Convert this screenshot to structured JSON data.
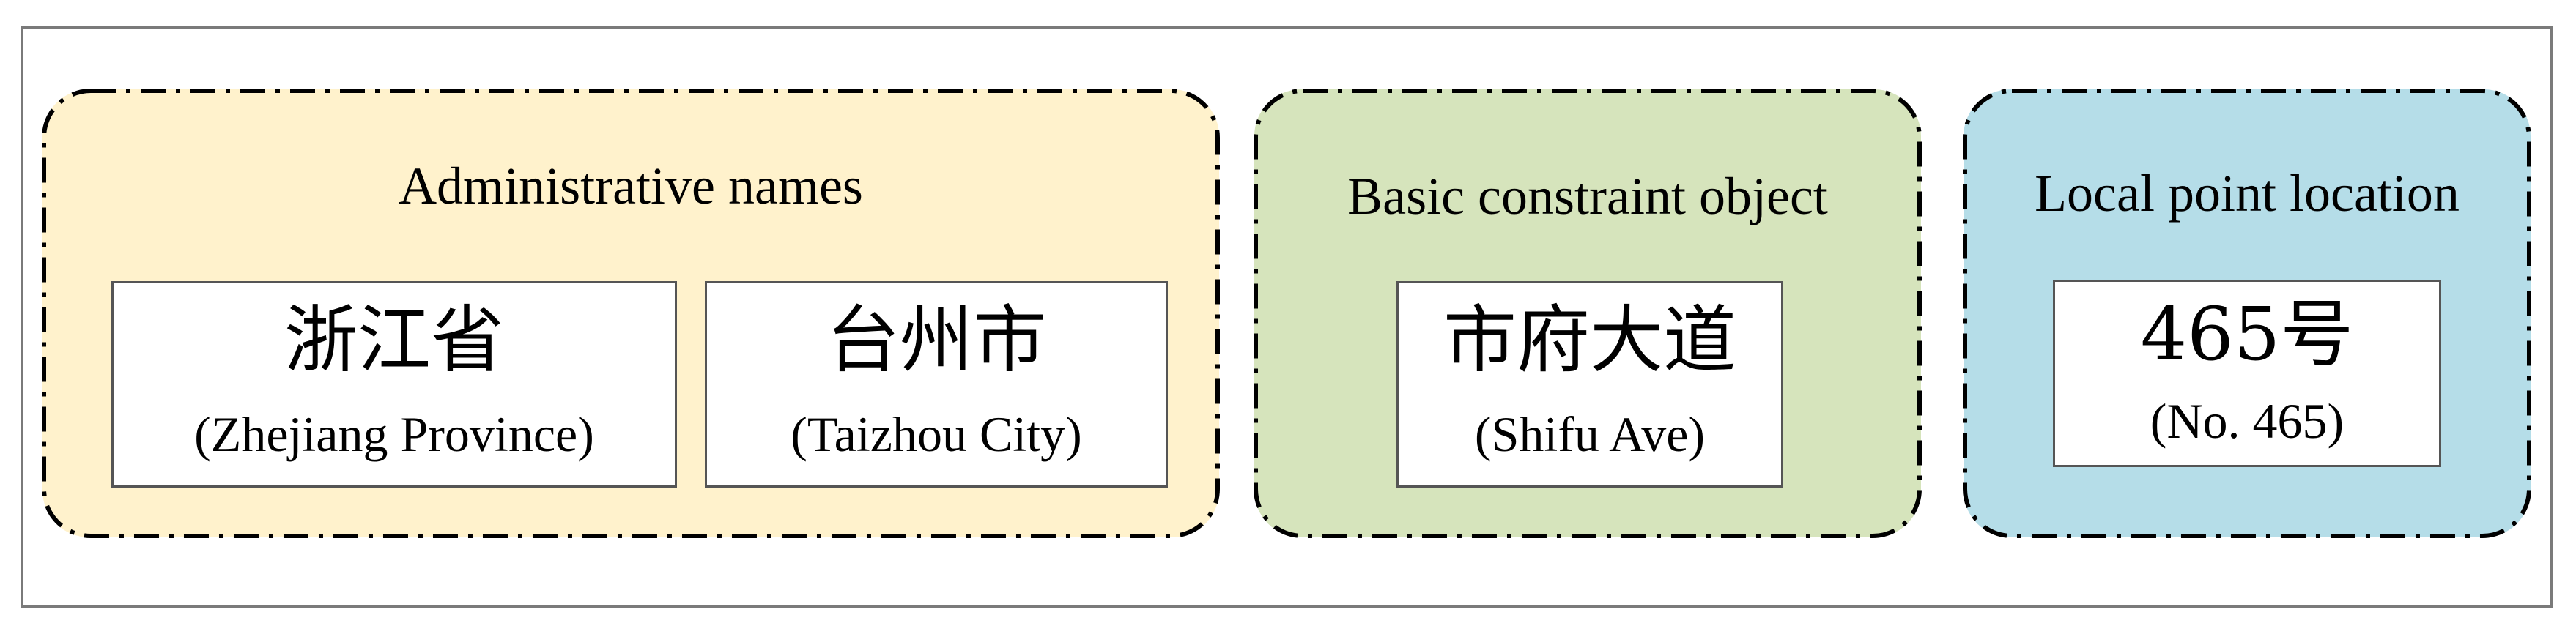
{
  "groups": [
    {
      "title": "Administrative names",
      "color": "#fff2cc",
      "cards": [
        {
          "cn": "浙江省",
          "en": "(Zhejiang Province)"
        },
        {
          "cn": "台州市",
          "en": "(Taizhou City)"
        }
      ]
    },
    {
      "title": "Basic constraint object",
      "color": "#d6e4bc",
      "cards": [
        {
          "cn": "市府大道",
          "en": "(Shifu Ave)"
        }
      ]
    },
    {
      "title": "Local point location",
      "color": "#b5dde8",
      "cards": [
        {
          "cn": "465号",
          "en": "(No. 465)"
        }
      ]
    }
  ]
}
